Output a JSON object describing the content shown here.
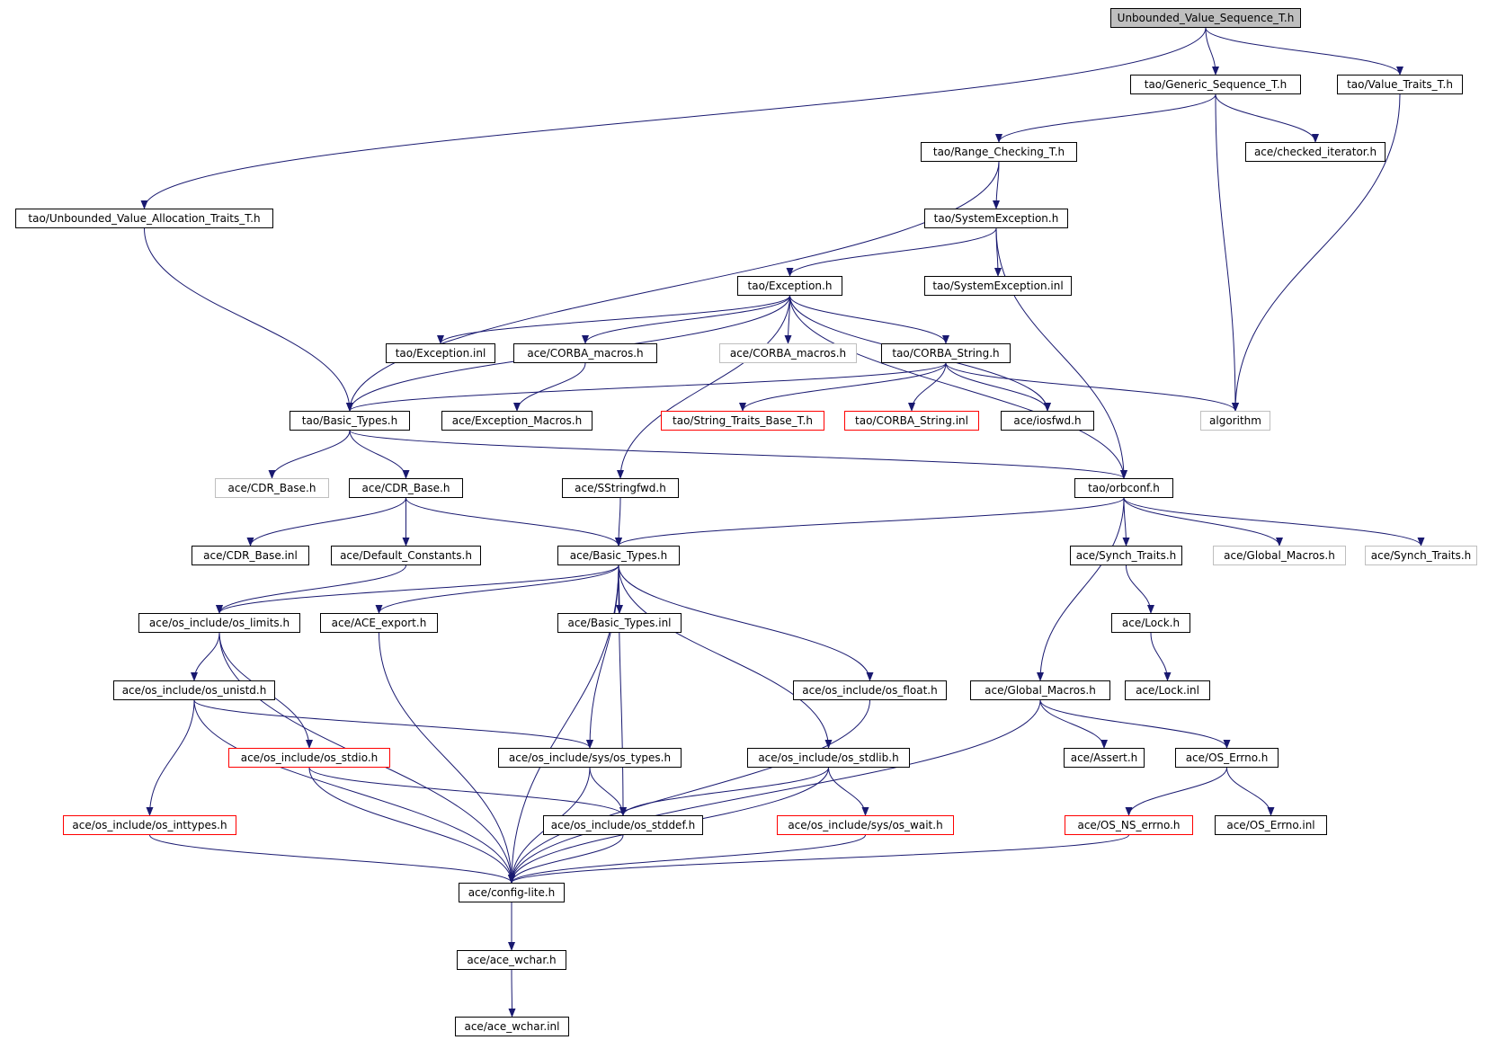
{
  "colors": {
    "edge": "#191970",
    "root_fill": "#bfbfbf",
    "red_border": "#ff0000",
    "gray_border": "#bfbfbf",
    "normal_border": "#000000"
  },
  "nodes": [
    {
      "id": "uvs",
      "label": "Unbounded_Value_Sequence_T.h",
      "style": "root"
    },
    {
      "id": "gen",
      "label": "tao/Generic_Sequence_T.h",
      "style": "normal"
    },
    {
      "id": "vtr",
      "label": "tao/Value_Traits_T.h",
      "style": "normal"
    },
    {
      "id": "rng",
      "label": "tao/Range_Checking_T.h",
      "style": "normal"
    },
    {
      "id": "chk",
      "label": "ace/checked_iterator.h",
      "style": "normal"
    },
    {
      "id": "uva",
      "label": "tao/Unbounded_Value_Allocation_Traits_T.h",
      "style": "normal"
    },
    {
      "id": "sysx",
      "label": "tao/SystemException.h",
      "style": "normal"
    },
    {
      "id": "exh",
      "label": "tao/Exception.h",
      "style": "normal"
    },
    {
      "id": "sysxi",
      "label": "tao/SystemException.inl",
      "style": "normal"
    },
    {
      "id": "exi",
      "label": "tao/Exception.inl",
      "style": "normal"
    },
    {
      "id": "acm",
      "label": "ace/CORBA_macros.h",
      "style": "normal"
    },
    {
      "id": "acmg",
      "label": "ace/CORBA_macros.h",
      "style": "gray"
    },
    {
      "id": "cstr",
      "label": "tao/CORBA_String.h",
      "style": "normal"
    },
    {
      "id": "bt",
      "label": "tao/Basic_Types.h",
      "style": "normal"
    },
    {
      "id": "exm",
      "label": "ace/Exception_Macros.h",
      "style": "normal"
    },
    {
      "id": "stb",
      "label": "tao/String_Traits_Base_T.h",
      "style": "red"
    },
    {
      "id": "csi",
      "label": "tao/CORBA_String.inl",
      "style": "red"
    },
    {
      "id": "iosf",
      "label": "ace/iosfwd.h",
      "style": "normal"
    },
    {
      "id": "alg",
      "label": "algorithm",
      "style": "gray"
    },
    {
      "id": "cdrg",
      "label": "ace/CDR_Base.h",
      "style": "gray"
    },
    {
      "id": "cdr",
      "label": "ace/CDR_Base.h",
      "style": "normal"
    },
    {
      "id": "ssf",
      "label": "ace/SStringfwd.h",
      "style": "normal"
    },
    {
      "id": "orb",
      "label": "tao/orbconf.h",
      "style": "normal"
    },
    {
      "id": "cdri",
      "label": "ace/CDR_Base.inl",
      "style": "normal"
    },
    {
      "id": "defc",
      "label": "ace/Default_Constants.h",
      "style": "normal"
    },
    {
      "id": "abt",
      "label": "ace/Basic_Types.h",
      "style": "normal"
    },
    {
      "id": "syn",
      "label": "ace/Synch_Traits.h",
      "style": "normal"
    },
    {
      "id": "gmg",
      "label": "ace/Global_Macros.h",
      "style": "gray"
    },
    {
      "id": "syng",
      "label": "ace/Synch_Traits.h",
      "style": "gray"
    },
    {
      "id": "oslim",
      "label": "ace/os_include/os_limits.h",
      "style": "normal"
    },
    {
      "id": "acexp",
      "label": "ace/ACE_export.h",
      "style": "normal"
    },
    {
      "id": "abti",
      "label": "ace/Basic_Types.inl",
      "style": "normal"
    },
    {
      "id": "lock",
      "label": "ace/Lock.h",
      "style": "normal"
    },
    {
      "id": "osun",
      "label": "ace/os_include/os_unistd.h",
      "style": "normal"
    },
    {
      "id": "osfl",
      "label": "ace/os_include/os_float.h",
      "style": "normal"
    },
    {
      "id": "gm",
      "label": "ace/Global_Macros.h",
      "style": "normal"
    },
    {
      "id": "locki",
      "label": "ace/Lock.inl",
      "style": "normal"
    },
    {
      "id": "osstdio",
      "label": "ace/os_include/os_stdio.h",
      "style": "red"
    },
    {
      "id": "osty",
      "label": "ace/os_include/sys/os_types.h",
      "style": "normal"
    },
    {
      "id": "osstdlib",
      "label": "ace/os_include/os_stdlib.h",
      "style": "normal"
    },
    {
      "id": "asrt",
      "label": "ace/Assert.h",
      "style": "normal"
    },
    {
      "id": "oserr",
      "label": "ace/OS_Errno.h",
      "style": "normal"
    },
    {
      "id": "osint",
      "label": "ace/os_include/os_inttypes.h",
      "style": "red"
    },
    {
      "id": "osdef",
      "label": "ace/os_include/os_stddef.h",
      "style": "normal"
    },
    {
      "id": "oswait",
      "label": "ace/os_include/sys/os_wait.h",
      "style": "red"
    },
    {
      "id": "osnse",
      "label": "ace/OS_NS_errno.h",
      "style": "red"
    },
    {
      "id": "oserri",
      "label": "ace/OS_Errno.inl",
      "style": "normal"
    },
    {
      "id": "cfg",
      "label": "ace/config-lite.h",
      "style": "normal"
    },
    {
      "id": "wch",
      "label": "ace/ace_wchar.h",
      "style": "normal"
    },
    {
      "id": "wchi",
      "label": "ace/ace_wchar.inl",
      "style": "normal"
    }
  ],
  "edges": [
    [
      "uvs",
      "gen"
    ],
    [
      "uvs",
      "vtr"
    ],
    [
      "uvs",
      "uva"
    ],
    [
      "gen",
      "rng"
    ],
    [
      "gen",
      "chk"
    ],
    [
      "gen",
      "alg"
    ],
    [
      "vtr",
      "alg"
    ],
    [
      "rng",
      "sysx"
    ],
    [
      "rng",
      "bt"
    ],
    [
      "uva",
      "bt"
    ],
    [
      "sysx",
      "exh"
    ],
    [
      "sysx",
      "sysxi"
    ],
    [
      "sysx",
      "orb"
    ],
    [
      "exh",
      "exi"
    ],
    [
      "exh",
      "acm"
    ],
    [
      "exh",
      "acmg"
    ],
    [
      "exh",
      "cstr"
    ],
    [
      "exh",
      "bt"
    ],
    [
      "exh",
      "ssf"
    ],
    [
      "exh",
      "iosf"
    ],
    [
      "exh",
      "orb"
    ],
    [
      "acm",
      "exm"
    ],
    [
      "cstr",
      "bt"
    ],
    [
      "cstr",
      "stb"
    ],
    [
      "cstr",
      "csi"
    ],
    [
      "cstr",
      "iosf"
    ],
    [
      "cstr",
      "alg"
    ],
    [
      "bt",
      "cdrg"
    ],
    [
      "bt",
      "cdr"
    ],
    [
      "bt",
      "orb"
    ],
    [
      "cdr",
      "cdri"
    ],
    [
      "cdr",
      "defc"
    ],
    [
      "cdr",
      "abt"
    ],
    [
      "ssf",
      "abt"
    ],
    [
      "orb",
      "abt"
    ],
    [
      "orb",
      "syn"
    ],
    [
      "orb",
      "gmg"
    ],
    [
      "orb",
      "syng"
    ],
    [
      "orb",
      "gm"
    ],
    [
      "defc",
      "oslim"
    ],
    [
      "abt",
      "oslim"
    ],
    [
      "abt",
      "acexp"
    ],
    [
      "abt",
      "abti"
    ],
    [
      "abt",
      "osfl"
    ],
    [
      "abt",
      "osty"
    ],
    [
      "abt",
      "osstdlib"
    ],
    [
      "abt",
      "osdef"
    ],
    [
      "abt",
      "cfg"
    ],
    [
      "syn",
      "lock"
    ],
    [
      "lock",
      "locki"
    ],
    [
      "oslim",
      "osun"
    ],
    [
      "oslim",
      "osstdio"
    ],
    [
      "oslim",
      "cfg"
    ],
    [
      "acexp",
      "cfg"
    ],
    [
      "osun",
      "osint"
    ],
    [
      "osun",
      "osty"
    ],
    [
      "osun",
      "cfg"
    ],
    [
      "osfl",
      "cfg"
    ],
    [
      "gm",
      "asrt"
    ],
    [
      "gm",
      "oserr"
    ],
    [
      "gm",
      "cfg"
    ],
    [
      "osstdio",
      "osdef"
    ],
    [
      "osstdio",
      "cfg"
    ],
    [
      "osty",
      "osdef"
    ],
    [
      "osty",
      "cfg"
    ],
    [
      "osstdlib",
      "osdef"
    ],
    [
      "osstdlib",
      "oswait"
    ],
    [
      "osstdlib",
      "cfg"
    ],
    [
      "oserr",
      "osnse"
    ],
    [
      "oserr",
      "oserri"
    ],
    [
      "osint",
      "cfg"
    ],
    [
      "osdef",
      "cfg"
    ],
    [
      "oswait",
      "cfg"
    ],
    [
      "osnse",
      "cfg"
    ],
    [
      "cfg",
      "wch"
    ],
    [
      "wch",
      "wchi"
    ]
  ]
}
